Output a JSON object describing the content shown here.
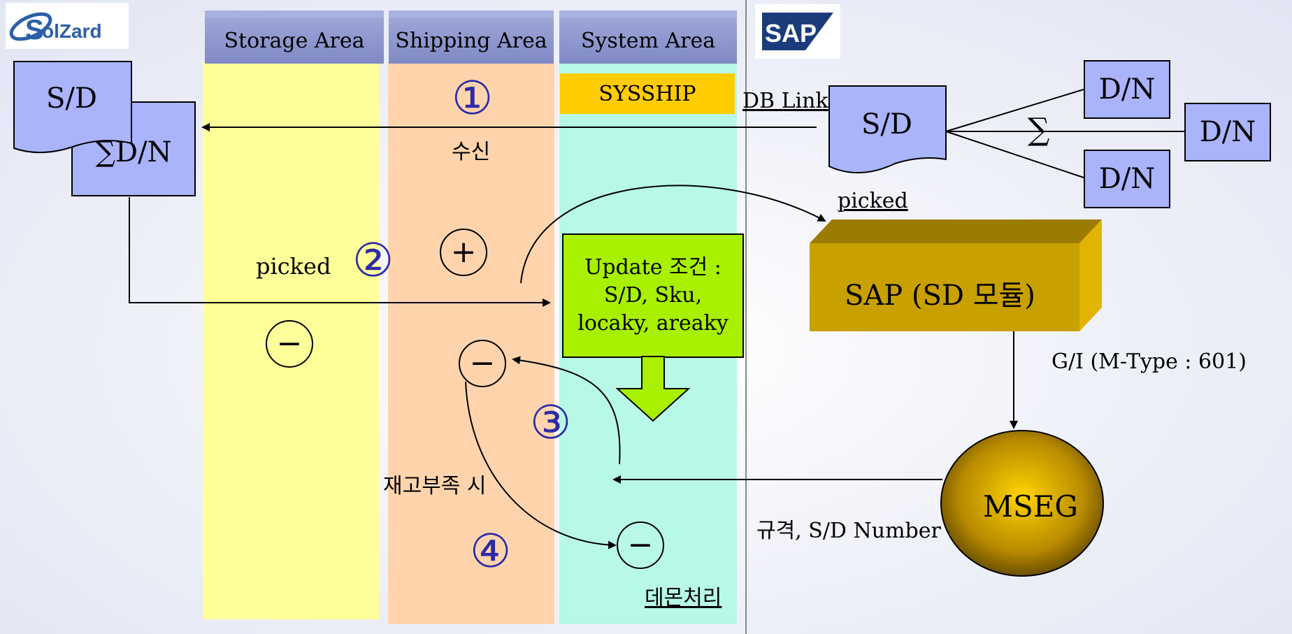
{
  "logos": {
    "solzard": "SolZard",
    "sap": "SAP"
  },
  "lanes": {
    "storage": "Storage Area",
    "shipping": "Shipping Area",
    "system": "System Area"
  },
  "left": {
    "sd": "S/D",
    "sum_dn": "∑D/N"
  },
  "sysship": "SYSSHIP",
  "db_link": "DB Link",
  "steps": {
    "one": "①",
    "two": "②",
    "three": "③",
    "four": "④"
  },
  "labels": {
    "receive": "수신",
    "picked_left": "picked",
    "picked_right": "picked",
    "shortage": "재고부족 시",
    "daemon": "데몬처리",
    "spec": "규격, S/D Number",
    "gi": "G/I (M-Type : 601)"
  },
  "ops": {
    "plus": "+",
    "minus": "−"
  },
  "update_box": {
    "line1": "Update 조건 :",
    "line2": "S/D, Sku,",
    "line3": "locaky, areaky"
  },
  "right": {
    "sd": "S/D",
    "sigma": "∑",
    "dn1": "D/N",
    "dn2": "D/N",
    "dn3": "D/N",
    "sap_box": "SAP (SD 모듈)",
    "mseg": "MSEG"
  },
  "colors": {
    "storage_lane": "#ffff99",
    "shipping_lane": "#ffd4ac",
    "system_lane": "#b8f8e6",
    "sysship": "#ffcc00",
    "update_box": "#a8f000",
    "doc_fill": "#aab4fb",
    "sap_box": "#c8a000",
    "step_number": "#2b2ba8"
  }
}
